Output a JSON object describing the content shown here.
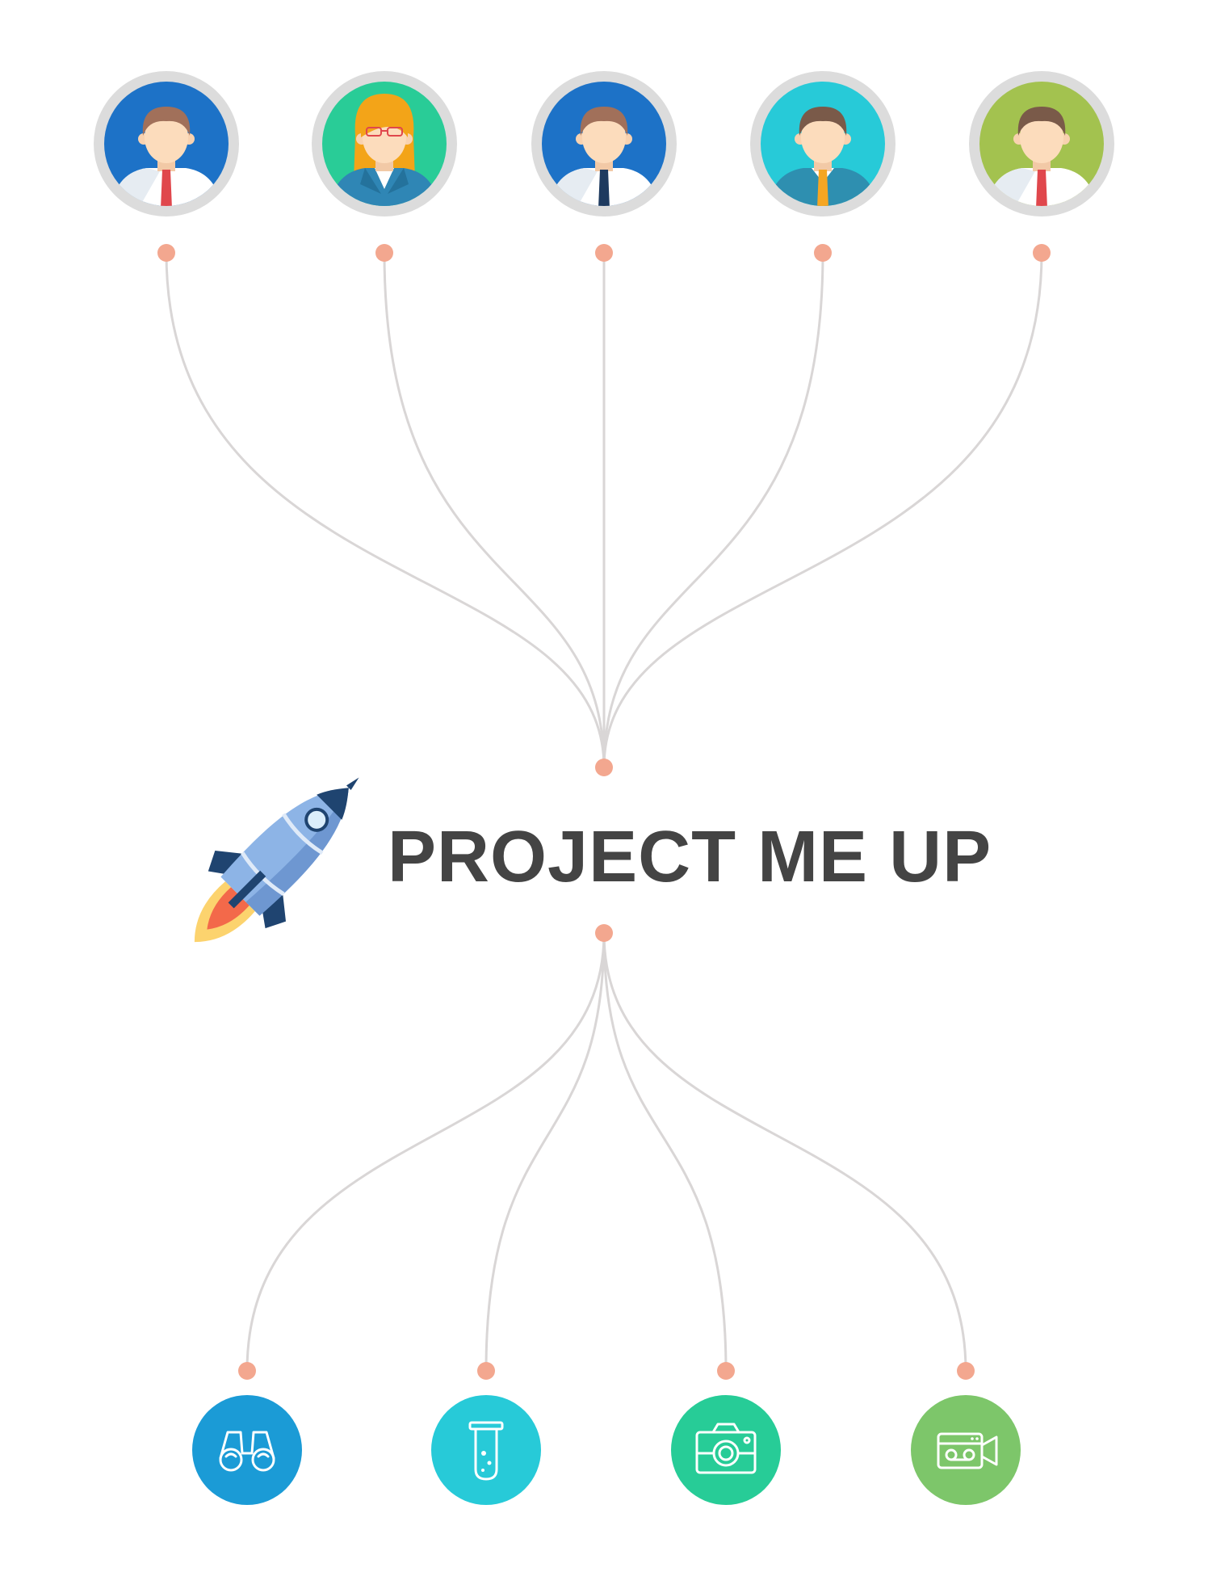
{
  "title": "PROJECT ME UP",
  "colors": {
    "connector": "#d9d6d6",
    "dot": "#f3a78f",
    "title": "#444444",
    "ring": "#dcdcdc"
  },
  "team": [
    {
      "id": "member-1",
      "bg": "#1d72c7",
      "hair": "#a1705a",
      "gender": "male",
      "shirt": "#ffffff",
      "tie": "#e0474c"
    },
    {
      "id": "member-2",
      "bg": "#29cc97",
      "hair": "#f3a418",
      "gender": "female",
      "shirt": "#2f86b5",
      "tie": ""
    },
    {
      "id": "member-3",
      "bg": "#1d72c7",
      "hair": "#a1705a",
      "gender": "male",
      "shirt": "#ffffff",
      "tie": "#1e3a5f"
    },
    {
      "id": "member-4",
      "bg": "#27cad8",
      "hair": "#7a5a49",
      "gender": "male",
      "shirt": "#2e8fb0",
      "tie": "#f5a623"
    },
    {
      "id": "member-5",
      "bg": "#a3c24f",
      "hair": "#7a5a49",
      "gender": "male",
      "shirt": "#ffffff",
      "tie": "#e0474c"
    }
  ],
  "tools": [
    {
      "icon": "binoculars-icon",
      "bg": "#1b9bd6"
    },
    {
      "icon": "test-tube-icon",
      "bg": "#27cad8"
    },
    {
      "icon": "camera-icon",
      "bg": "#27cc97"
    },
    {
      "icon": "video-camera-icon",
      "bg": "#7dc66a"
    }
  ]
}
